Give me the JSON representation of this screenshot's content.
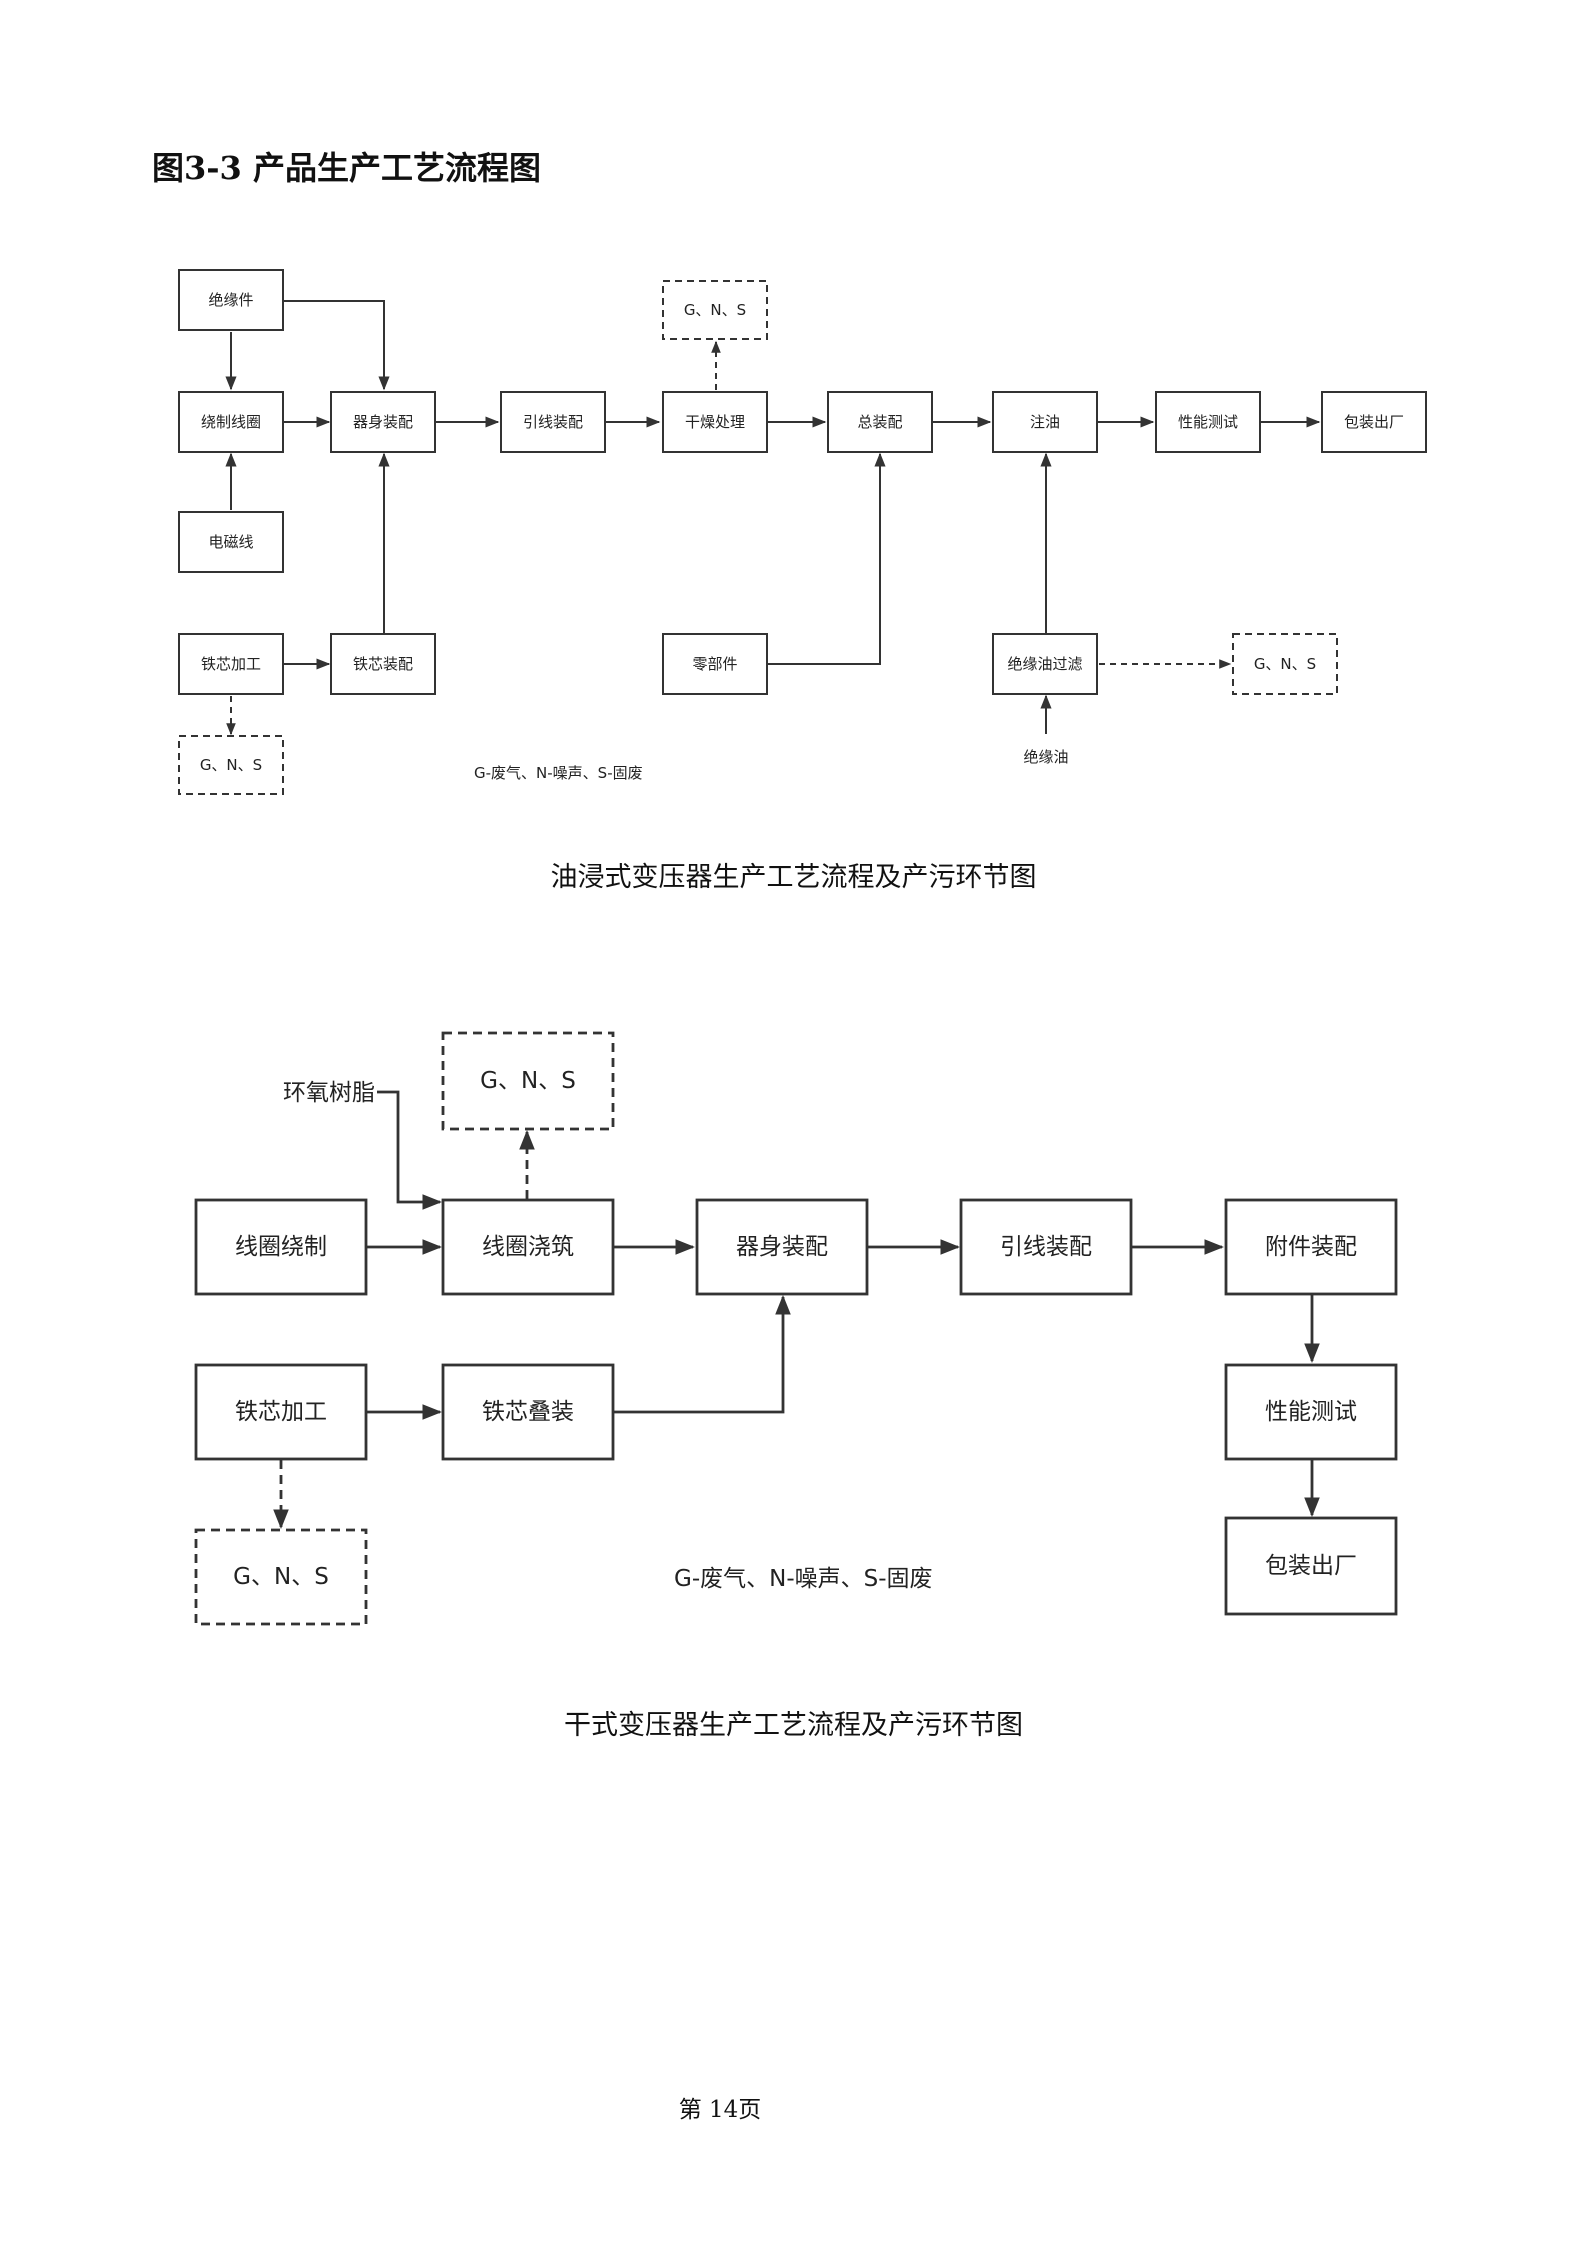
{
  "heading": "图3-3 产品生产工艺流程图",
  "diagram1": {
    "nodes": {
      "insulation_parts": "绝缘件",
      "coil_winding": "绕制线圈",
      "magnet_wire": "电磁线",
      "core_processing": "铁芯加工",
      "core_assembly": "铁芯装配",
      "body_assembly": "器身装配",
      "lead_assembly": "引线装配",
      "drying": "干燥处理",
      "final_assembly": "总装配",
      "parts": "零部件",
      "oil_filling": "注油",
      "oil_filtering": "绝缘油过滤",
      "insulating_oil": "绝缘油",
      "performance_test": "性能测试",
      "packaging": "包装出厂"
    },
    "pollution_labels": {
      "drying": "G、N、S",
      "core_processing": "G、N、S",
      "oil_filtering": "G、N、S"
    },
    "legend": "G-废气、N-噪声、S-固废",
    "caption": "油浸式变压器生产工艺流程及产污环节图"
  },
  "diagram2": {
    "nodes": {
      "epoxy_resin": "环氧树脂",
      "coil_winding": "线圈绕制",
      "coil_casting": "线圈浇筑",
      "body_assembly": "器身装配",
      "lead_assembly": "引线装配",
      "accessory_assembly": "附件装配",
      "core_processing": "铁芯加工",
      "core_stacking": "铁芯叠装",
      "performance_test": "性能测试",
      "packaging": "包装出厂"
    },
    "pollution_labels": {
      "coil_casting": "G、N、S",
      "core_processing": "G、N、S"
    },
    "legend": "G-废气、N-噪声、S-固废",
    "caption": "干式变压器生产工艺流程及产污环节图"
  },
  "footer": "第  14页"
}
